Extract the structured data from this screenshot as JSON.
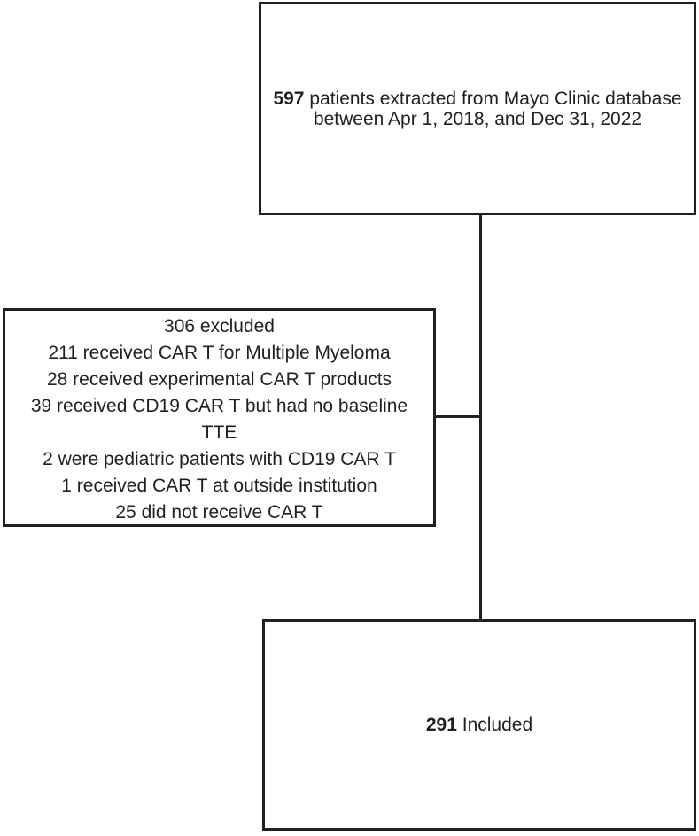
{
  "diagram": {
    "background_color": "#ffffff",
    "ink_color": "#231f20",
    "top_box": {
      "count": "597",
      "rest": " patients extracted from Mayo Clinic database between Apr 1, 2018, and Dec 31, 2022"
    },
    "excluded_box": {
      "lines": [
        "306 excluded",
        "211 received CAR T for Multiple Myeloma",
        "28 received experimental CAR T products",
        "39 received CD19 CAR T but had no baseline",
        "TTE",
        "2 were pediatric patients with CD19 CAR T",
        "1 received CAR T at outside institution",
        "25 did not receive CAR T"
      ]
    },
    "bottom_box": {
      "count": "291",
      "rest": " Included"
    }
  }
}
